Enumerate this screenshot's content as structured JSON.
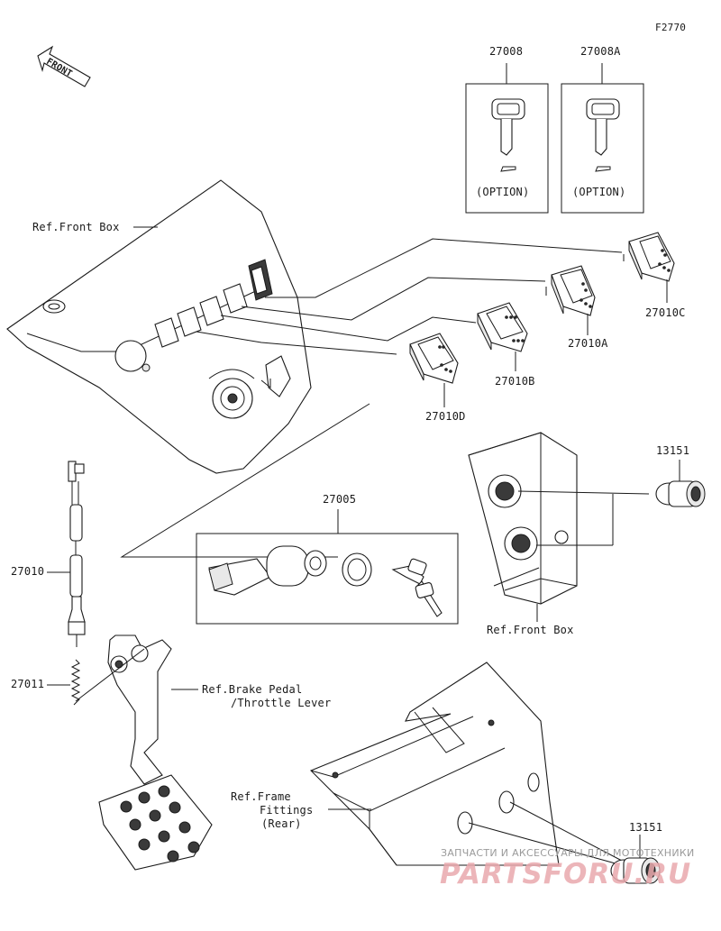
{
  "figure_code": "F2770",
  "front_arrow": "FRONT",
  "keys": [
    {
      "part": "27008",
      "note": "(OPTION)"
    },
    {
      "part": "27008A",
      "note": "(OPTION)"
    }
  ],
  "switches": [
    {
      "part": "27010C"
    },
    {
      "part": "27010A"
    },
    {
      "part": "27010B"
    },
    {
      "part": "27010D"
    }
  ],
  "parts": {
    "socket_top": "13151",
    "socket_bottom": "13151",
    "ignition_kit": "27005",
    "switch_sensor": "27010",
    "spring": "27011"
  },
  "references": {
    "front_box_top": "Ref.Front Box",
    "front_box_right": "Ref.Front Box",
    "brake_line1": "Ref.Brake Pedal",
    "brake_line2": "/Throttle Lever",
    "frame_line1": "Ref.Frame",
    "frame_line2": "Fittings",
    "frame_line3": "(Rear)"
  },
  "watermark": {
    "top": "ЗАПЧАСТИ И АКСЕССУАРЫ ДЛЯ МОТОТЕХНИКИ",
    "brand": "PARTSFORU.RU"
  }
}
